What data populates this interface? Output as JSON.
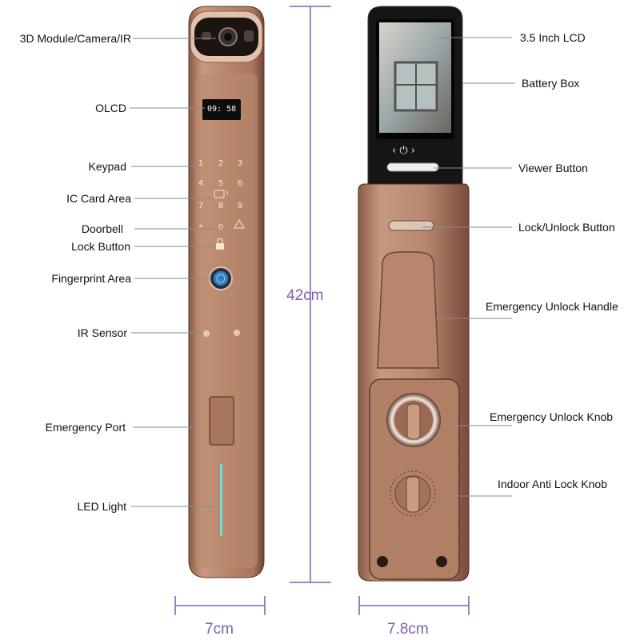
{
  "left_labels": [
    {
      "id": "camera",
      "text": "3D Module/Camera/IR"
    },
    {
      "id": "olcd",
      "text": "OLCD"
    },
    {
      "id": "keypad",
      "text": "Keypad"
    },
    {
      "id": "ic-card",
      "text": "IC Card Area"
    },
    {
      "id": "doorbell",
      "text": "Doorbell"
    },
    {
      "id": "lock-button",
      "text": "Lock Button"
    },
    {
      "id": "fingerprint",
      "text": "Fingerprint Area"
    },
    {
      "id": "ir-sensor",
      "text": "IR Sensor"
    },
    {
      "id": "emergency-port",
      "text": "Emergency Port"
    },
    {
      "id": "led-light",
      "text": "LED Light"
    }
  ],
  "right_labels": [
    {
      "id": "lcd",
      "text": "3.5 Inch LCD"
    },
    {
      "id": "battery-box",
      "text": "Battery Box"
    },
    {
      "id": "viewer-button",
      "text": "Viewer Button"
    },
    {
      "id": "lock-unlock-button",
      "text": "Lock/Unlock Button"
    },
    {
      "id": "emergency-handle",
      "text": "Emergency Unlock Handle"
    },
    {
      "id": "emergency-knob",
      "text": "Emergency Unlock Knob"
    },
    {
      "id": "anti-lock-knob",
      "text": "Indoor Anti Lock Knob"
    }
  ],
  "dimensions": {
    "height": "42cm",
    "front_width": "7cm",
    "back_width": "7.8cm"
  },
  "display": {
    "time": "09: 58"
  },
  "keypad": {
    "keys": [
      "1",
      "2",
      "3",
      "4",
      "5",
      "6",
      "7",
      "8",
      "9",
      "*",
      "0"
    ]
  },
  "colors": {
    "lock_body": "#b9876c",
    "lock_dark": "#6f4537",
    "screen": "#0d0d0d",
    "dimension_line": "#7e5db3",
    "led": "#66e3d6"
  }
}
